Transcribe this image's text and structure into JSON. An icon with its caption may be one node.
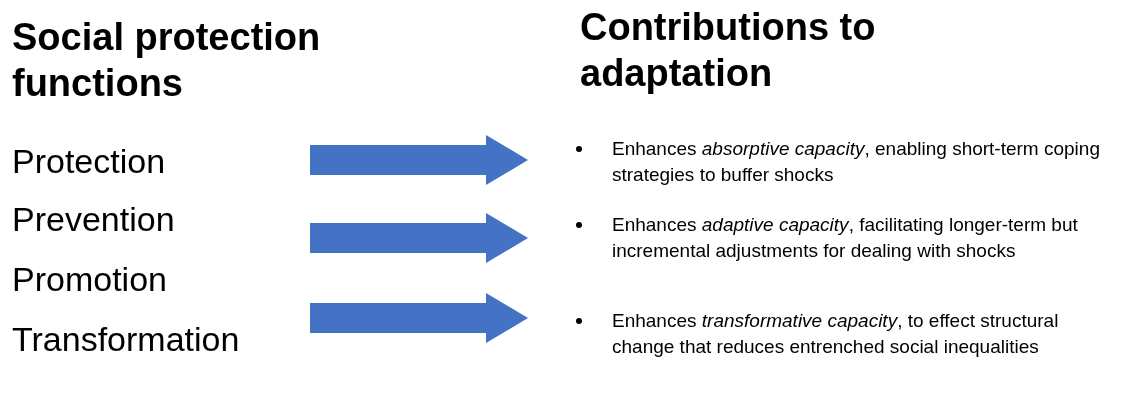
{
  "diagram": {
    "nodes": [
      {
        "text": [
          "Enhances *absorptive capacity*, enabling short-term coping strategies to buffer shocks"
        ]
      },
      {
        "text": [
          "Enhances *adaptive capacity*, facilitating longer-term but incremental adjustments for dealing with shocks"
        ]
      },
      {
        "text": [
          "Enhances *transformative capacity*, to effect structural change that reduces entrenched social inequalities"
        ]
      }
    ],
    "edges": [
      {
        "from": null,
        "to": 0,
        "arrow": "to"
      },
      {
        "from": null,
        "to": 1,
        "arrow": "to"
      },
      {
        "from": null,
        "to": 2,
        "arrow": "to"
      }
    ],
    "labels": [
      "Social protection functions",
      "Contributions to adaptation",
      "Protection",
      "Prevention",
      "Promotion",
      "Transformation"
    ]
  }
}
